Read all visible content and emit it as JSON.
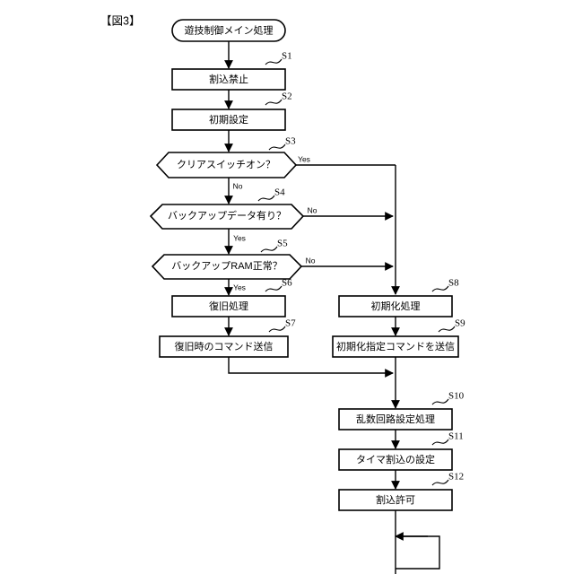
{
  "figure": {
    "caption": "【図3】",
    "background_color": "#ffffff",
    "line_color": "#000000"
  },
  "diagram": {
    "type": "flowchart",
    "title": "遊技制御メイン処理",
    "start_node": {
      "id": "start",
      "shape": "terminator",
      "label": "遊技制御メイン処理"
    },
    "nodes": [
      {
        "id": "S1",
        "step": "S1",
        "shape": "process",
        "label": "割込禁止"
      },
      {
        "id": "S2",
        "step": "S2",
        "shape": "process",
        "label": "初期設定"
      },
      {
        "id": "S3",
        "step": "S3",
        "shape": "decision",
        "label": "クリアスイッチオン？"
      },
      {
        "id": "S4",
        "step": "S4",
        "shape": "decision",
        "label": "バックアップデータ有り？"
      },
      {
        "id": "S5",
        "step": "S5",
        "shape": "decision",
        "label": "バックアップRAM正常？"
      },
      {
        "id": "S6",
        "step": "S6",
        "shape": "process",
        "label": "復旧処理"
      },
      {
        "id": "S7",
        "step": "S7",
        "shape": "process",
        "label": "復旧時のコマンド送信"
      },
      {
        "id": "S8",
        "step": "S8",
        "shape": "process",
        "label": "初期化処理"
      },
      {
        "id": "S9",
        "step": "S9",
        "shape": "process",
        "label": "初期化指定コマンドを送信"
      },
      {
        "id": "S10",
        "step": "S10",
        "shape": "process",
        "label": "乱数回路設定処理"
      },
      {
        "id": "S11",
        "step": "S11",
        "shape": "process",
        "label": "タイマ割込の設定"
      },
      {
        "id": "S12",
        "step": "S12",
        "shape": "process",
        "label": "割込許可"
      }
    ],
    "branch_labels": {
      "s3_yes": "Yes",
      "s3_no": "No",
      "s4_no": "No",
      "s4_yes": "Yes",
      "s5_no": "No",
      "s5_yes": "Yes"
    },
    "edges": [
      {
        "from": "start",
        "to": "S1",
        "label": ""
      },
      {
        "from": "S1",
        "to": "S2",
        "label": ""
      },
      {
        "from": "S2",
        "to": "S3",
        "label": ""
      },
      {
        "from": "S3",
        "to": "S4",
        "label": "No"
      },
      {
        "from": "S3",
        "to": "S8",
        "label": "Yes"
      },
      {
        "from": "S4",
        "to": "S5",
        "label": "Yes"
      },
      {
        "from": "S4",
        "to": "S8",
        "label": "No"
      },
      {
        "from": "S5",
        "to": "S6",
        "label": "Yes"
      },
      {
        "from": "S5",
        "to": "S8",
        "label": "No"
      },
      {
        "from": "S6",
        "to": "S7",
        "label": ""
      },
      {
        "from": "S7",
        "to": "S10",
        "label": ""
      },
      {
        "from": "S8",
        "to": "S9",
        "label": ""
      },
      {
        "from": "S9",
        "to": "S10",
        "label": ""
      },
      {
        "from": "S10",
        "to": "S11",
        "label": ""
      },
      {
        "from": "S11",
        "to": "S12",
        "label": ""
      },
      {
        "from": "S12",
        "to": "loop",
        "label": ""
      }
    ]
  }
}
